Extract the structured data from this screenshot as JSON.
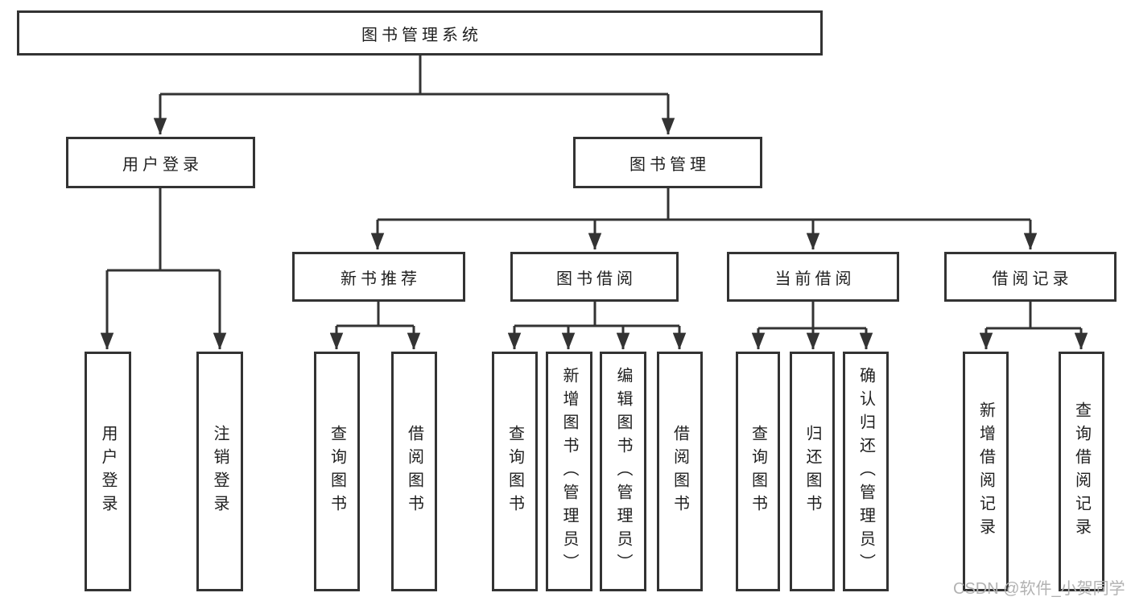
{
  "diagram": {
    "title": "图书管理系统",
    "branches": {
      "user_login": {
        "label": "用户登录",
        "children": [
          "用户登录",
          "注销登录"
        ]
      },
      "book_mgmt": {
        "label": "图书管理"
      },
      "new_books": {
        "label": "新书推荐",
        "children": [
          "查询图书",
          "借阅图书"
        ]
      },
      "book_borrow": {
        "label": "图书借阅",
        "children": [
          "查询图书",
          "新增图书（管理员）",
          "编辑图书（管理员）",
          "借阅图书"
        ]
      },
      "current_borrow": {
        "label": "当前借阅",
        "children": [
          "查询图书",
          "归还图书",
          "确认归还（管理员）"
        ]
      },
      "borrow_records": {
        "label": "借阅记录",
        "children": [
          "新增借阅记录",
          "查询借阅记录"
        ]
      }
    }
  },
  "watermark": {
    "text": "CSDN @软件_小贺同学"
  },
  "colors": {
    "line": "#333333",
    "border": "#333333",
    "text": "#1f1f1f",
    "watermark": "#b2b2b2",
    "background": "#ffffff"
  }
}
